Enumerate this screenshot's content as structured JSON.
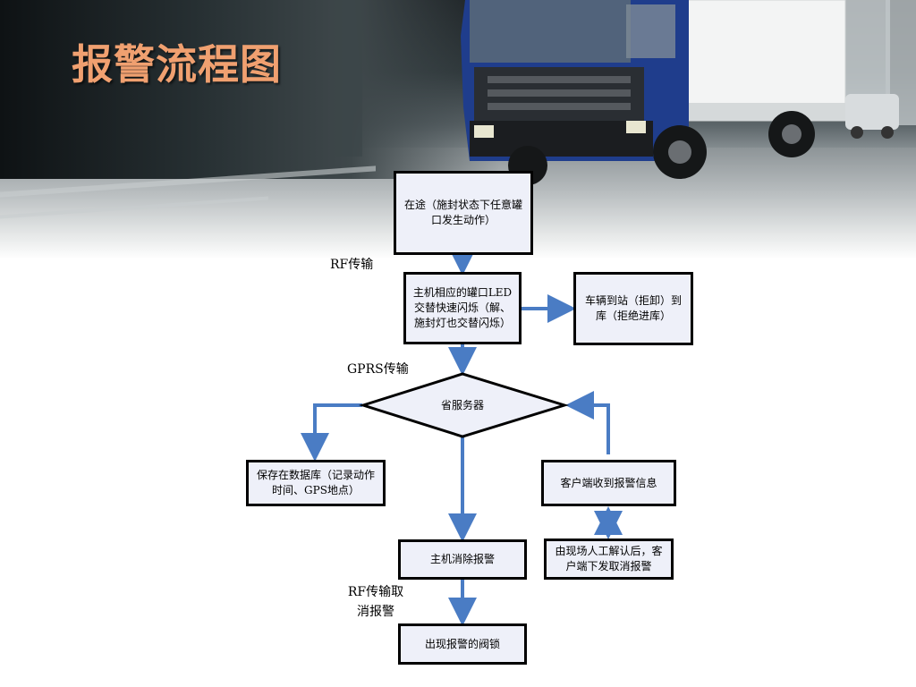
{
  "slide": {
    "title": "报警流程图",
    "background_image": "truck-on-road-photo"
  },
  "nodes": {
    "in_transit": "在途（施封状态下任意罐口发生动作）",
    "led_flash": "主机相应的罐口LED交替快速闪烁（解、施封灯也交替闪烁）",
    "vehicle_arrive": "车辆到站（拒卸）到库（拒绝进库）",
    "province_server": "省服务器",
    "save_db": "保存在数据库（记录动作时间、GPS地点）",
    "client_receive": "客户端收到报警信息",
    "host_clear": "主机消除报警",
    "manual_unlock": "由现场人工解认后，客户端下发取消报警",
    "valve_lock": "出现报警的阀锁"
  },
  "edge_labels": {
    "rf": "RF传输",
    "gprs": "GPRS传输",
    "rf_cancel_line1": "RF传输取",
    "rf_cancel_line2": "消报警"
  },
  "colors": {
    "arrow": "#4a7cc4",
    "node_fill": "#eef0f9",
    "title": "#f0a070"
  }
}
